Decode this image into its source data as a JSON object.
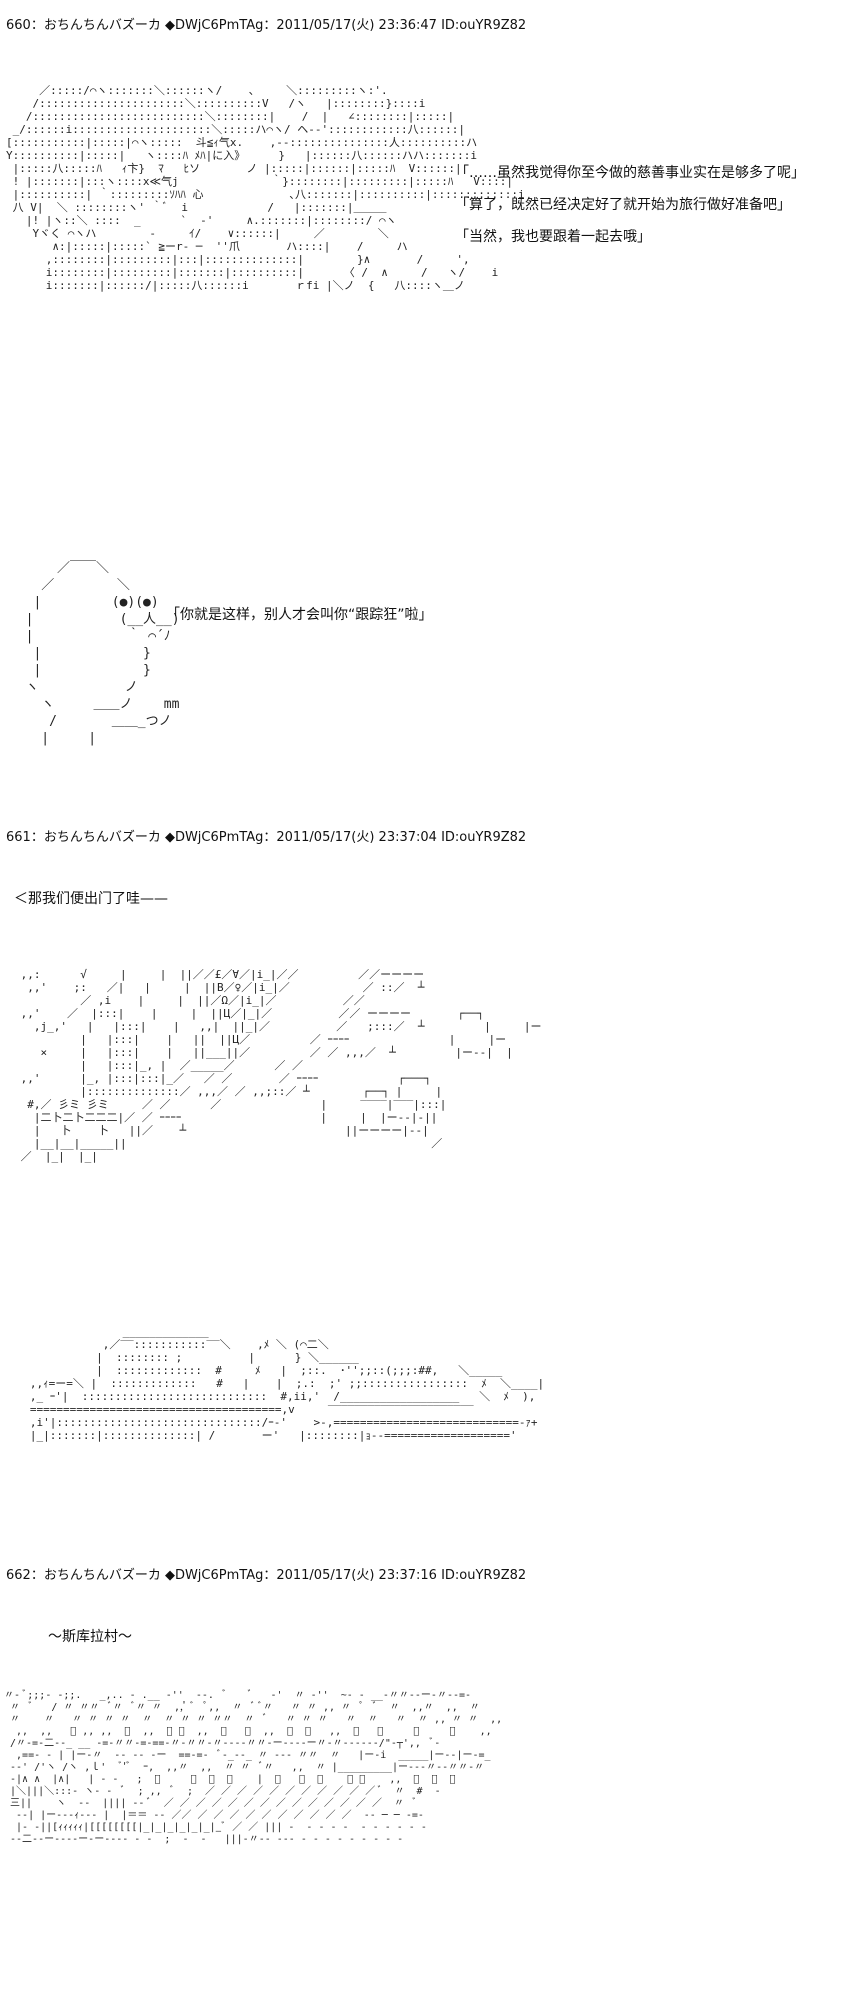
{
  "posts": [
    {
      "header": "660：おちんちんバズーカ ◆DWjC6PmTAg：2011/05/17(火) 23:36:47 ID:ouYR9Z82",
      "art1": "     ／:::::/⌒ヽ:::::::＼::::::ヽ/    、    ＼:::::::::ヽ:'.\n    /::::::::::::::::::::::＼::::::::::V   /ヽ   |::::::::}::::i\n   /::::::::::::::::::::::::::＼::::::::|    /  |   ∠::::::::|:::::|\n _/::::::i:::::::::::::::::::::＼:::::ハ⌒ヽ/ ヘ-‐'::::::::::::八::::::|\n[:::::::::::|:::::|⌒ヽ:::::  斗≦ｨ气x.    ,-‐:::::::::::::::人::::::::::ハ\nY::::::::::|:::::|   ヽ::::ﾊ ﾒﾊ|に入》     }   |::::::八::::::ハハ:::::::i\n |:::::八:::::ﾊ   ｨ卞}  ﾏ   ﾋソ       ノ |:::::|::::::|:::::ﾊ  V::::::|\n ! |:::::::|:::ヽ::::x≪气j              ｀}::::::::|:::::::::|:::::ﾊ   V::::|\n |::::::::::| ｀:::::::::ｿﾊﾊ 心             ､八:::::::|::::::::::|:::::::::::::i\n 八 V|  ＼ ::::::::ヽ' ｀ﾞ  i            /   |:::::::|＿＿＿\n   |! |ヽ::＼ ::::  _      `  ‐'     ∧.:::::::|::::::::/ ⌒ヽ\n    Yヾく ⌒ヽハ        ‐     ｲ/    ∨::::::|     ／        ＼\n       ∧:|:::::|:::::` ≧ーr‐ ─  ''爪       ハ::::|    /     ハ\n      ,::::::::|:::::::::|:::|::::::::::::::|        }∧       /     ',\n      i::::::::|:::::::::|:::::::|::::::::::|      〈 /  ∧     /   ヽ/    i\n      i:::::::|::::::/|:::::八::::::i       ｒfi |＼ノ  {   八::::ヽ＿ノ",
      "art2": "      ／￣￣＼\n    ／        ＼\n   |         (●)(●)\n  |           (__人__)\n  |            ｀ ⌒´ﾉ\n   |             }\n   |             }\n  ヽ           ノ\n    ヽ     ＿＿ノ    mm\n     /       ＿＿_つノ\n    |     |",
      "dialog1": [
        "「……虽然我觉得你至今做的慈善事业实在是够多了呢」",
        "「算了，既然已经决定好了就开始为旅行做好准备吧」",
        "「当然，我也要跟着一起去哦」"
      ],
      "dialog2": "「你就是这样，别人才会叫你“跟踪狂”啦」"
    },
    {
      "header": "661：おちんちんバズーカ ◆DWjC6PmTAg：2011/05/17(火) 23:37:04 ID:ouYR9Z82",
      "narration": "＜那我们便出门了哇——",
      "art1": " ,,:      √     |     |  ||／／£／∀／|i_|／／         ／／ーーーー\n  ,,'    ;:   ／|   |     |  ||B／♀／|i_|／           ／ ::／  ┴\n          ／ ,i    |     |  ||／Ω／|i_|／          ／／\n ,,'    ／  |:::|    |     |  ||Ц／|_|／          ／／ ーーーー       ┌──┐\n   ,j_,'   |   |:::|    |   ,,|  ||_|／          ／   ;:::／  ┴         |     |ー\n          |   |:::|    |   ||  ||Ц／         ／ ｰｰｰｰ               |     |ー\n    ×     |   |:::|    |   ||___||／         ／ ／ ,,,／  ┴         |ー‐‐|  |\n          |   |:::|_, |  ／_____／      ／ ／\n ,,'      |_, |:::|:::|_／   ／ ／       ／ ｰｰｰｰ            ┌───┐\n          |::::::::::::::／ ,,,／ ／ ,,;::／ ┴        ┌──┐ |     |\n  #,／ 彡ミ 彡ミ     ／ ／      ／               |     ‾‾‾‾|‾‾‾|:::|\n   |二卜二卜二二二|／ ／ ｰｰｰｰ                     |     |  |ー‐‐|‐||\n   |   卜    卜   ||／    ┴                        ||ーーーー|‐‐|\n   |__|__|_____||                                              ／\n ／  |_|  |_|",
      "art2": "                 _____________\n              ,／‾‾:::::::::::‾‾＼    ,ﾒ ＼ (⌒二＼\n             |  :::::::: ;          |      } ＼______\n             |  :::::::::::::  #     ﾒ   |  ;::.  ･'';;::(;;;:##,   ＼_____\n   ,,ｨ=ー=＼ |  :::::::::::::   #   |    |  ;.:  ;' ;;::::::::::::::::  ﾒ  ＼____|\n   ,_ ｰ'|  ::::::::::::::::::::::::::::  #,ii,'  /__________________   ＼  ﾒ  ),\n   ======================================,v     ‾‾‾‾‾‾‾‾‾‾‾‾‾‾‾‾‾‾‾‾‾‾\n   ,i'|:::::::::::::::::::::::::::::::/ｰ‐'    >-,============================‐ｧ+\n   |_|:::::::|::::::::::::::| /       ー'   |::::::::|ｮ‐‐==================='"
    },
    {
      "header": "662：おちんちんバズーカ ◆DWjC6PmTAg：2011/05/17(火) 23:37:16 ID:ouYR9Z82",
      "narration": "～斯库拉村～",
      "art1": "〃‐ ﾞ;;;‐ ‐;;.   _,.. ‐ .__ ‐''  ‐‐.  ﾞ    ﾞ   ‐'  〃 ‐''  ~‐ ‐ __‐〃〃‐‐ー‐〃‐‐=‐\n 〃  ﾞ   / 〃 〃〃  ﾞ〃  ﾞ〃 〃  ,,ﾟ ﾞ  ﾟ,,  〃  ﾞ ﾞ〃   〃 〃 ,, 〃  ﾟ  ﾞ  〃  ,,〃  ,,  〃\n 〃    〃   〃 〃 〃 〃  〃  〃 〃 〃 〃〃  〃  ﾞ   〃 〃 〃   〃  〃   〃  〃 ,, 〃 〃  ,,\n  ,,  ,,   ﾞ ,, ,,  ﾞ  ,,  ﾞ 〃  ,,  〃   ﾞ  ,,  〃  〃   ,,  ﾞ   ﾞ     〃     〃    ,,\n /〃‐=‐二‐‐_ __ ‐=‐〃〃‐=‐==‐〃‐〃〃‐〃‐‐‐‐〃〃‐ー‐‐‐‐ー〃‐〃‐‐‐‐‐‐/\"‐┬',,  ﾞ‐\n  ,==‐ ‐ | |ー‐〃  ‐‐ ‐‐ ‐ー  ==‐=‐  ﾞ‐_‐‐_ 〃 ‐‐‐ 〃〃  〃   |ー-i  _____|ー‐‐|ー‐=_\n ‐‐' /'ヽ /ヽ ,ｌ'  ﾞ'ﾞ  ｰ,  ,,〃  ,,  〃 〃  ﾞ〃   ,,  〃 |_________|ー‐‐‐〃‐‐〃〃‐〃\n ‐|∧ ∧  |∧|   | ‐ ‐   ;  ﾞ     ﾞ  ﾞ  ﾞ    |  ﾞ   ﾞ  〃    〃 ﾞ    ,,  〃  ﾞ  〃\n |＼|||＼:::‐ ヽ‐ ‐  ﾞ  ; ,,  ﾞ  ;  ／ ／ ／ ／ ／ ／ ／ ／ ／ ／ ／ ﾞ  〃  #  ‐\n 三||    ヽ  ‐‐  |||| ‐‐ ﾞ  ／ ／ ／ ／ ／ ／ ／ ／ ／ ／ ／ ／ ／ ／  〃  ﾞ\n  ‐‐| |ー‐‐‐ｨ‐‐‐ |  |＝＝ ‐‐ ／／ ／ ／ ／ ／ ／ ／ ／ ／ ／ ／  ‐‐ ─ ─ ‐=‐\n  |‐ ‐||[ｨｨｨｨｨ|[[[[[[[[|_|_|_|_|_|_|_ﾞ ／ ／ ||| ‐  ‐ ‐ ‐ ‐  ‐ ‐ ‐ ‐ ‐ ‐\n ‐‐二‐‐ー‐‐‐‐ー‐ー‐‐‐‐ ‐ ‐  ;  ‐  ‐   |||‐〃‐‐ ‐‐‐ ‐ ‐ ‐ ‐ ‐ ‐ ‐ ‐ ‐"
    }
  ]
}
